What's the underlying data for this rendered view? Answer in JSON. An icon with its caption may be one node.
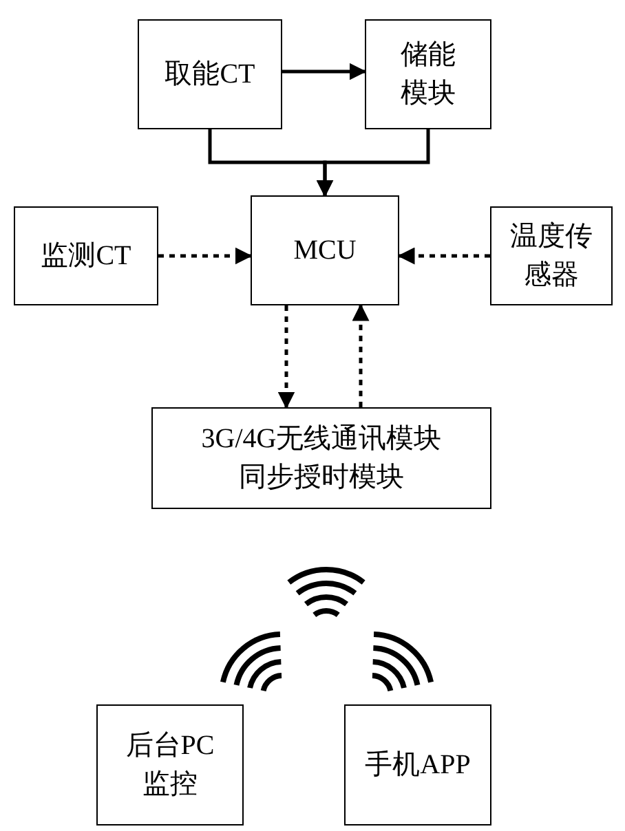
{
  "diagram": {
    "nodes": [
      {
        "text": [
          "取能CT"
        ]
      },
      {
        "text": [
          "储能模块"
        ]
      },
      {
        "text": [
          "MCU"
        ]
      },
      {
        "text": [
          "监测CT"
        ]
      },
      {
        "text": [
          "温度传感器"
        ]
      },
      {
        "text": [
          "3G/4G无线通讯模块",
          "同步授时模块"
        ]
      },
      {
        "text": [
          "后台PC监控"
        ]
      },
      {
        "text": [
          "手机APP"
        ]
      }
    ],
    "edges": [
      {
        "from": 0,
        "to": 1,
        "arrow": "to"
      },
      {
        "from": 0,
        "to": 2,
        "arrow": "to"
      },
      {
        "from": 1,
        "to": 2,
        "arrow": "to"
      },
      {
        "from": 3,
        "to": 2,
        "arrow": "to",
        "style": "dashed"
      },
      {
        "from": 4,
        "to": 2,
        "arrow": "to",
        "style": "dashed"
      },
      {
        "from": 2,
        "to": 5,
        "arrow": "to",
        "style": "dashed"
      },
      {
        "from": 5,
        "to": 2,
        "arrow": "to",
        "style": "dashed"
      }
    ]
  }
}
